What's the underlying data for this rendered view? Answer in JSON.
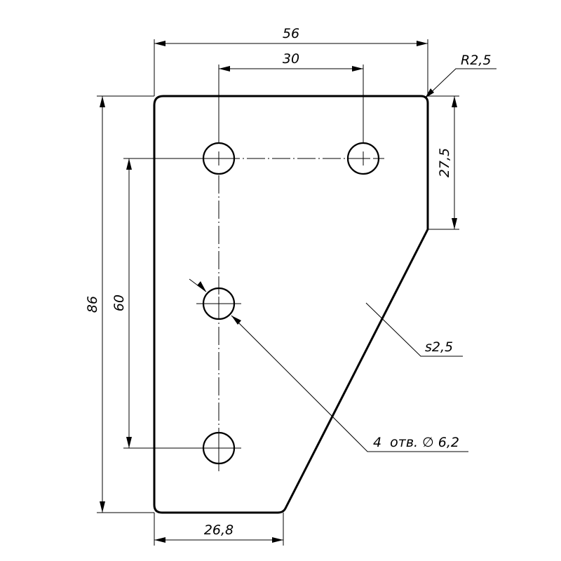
{
  "drawing": {
    "dimensions": {
      "overall_width": "56",
      "hole_spacing_horizontal": "30",
      "corner_radius": "R2,5",
      "right_edge_height": "27,5",
      "overall_height": "86",
      "hole_spacing_vertical": "60",
      "thickness": "s2,5",
      "holes_note": "4  отв. ∅ 6,2",
      "bottom_width": "26,8"
    }
  }
}
